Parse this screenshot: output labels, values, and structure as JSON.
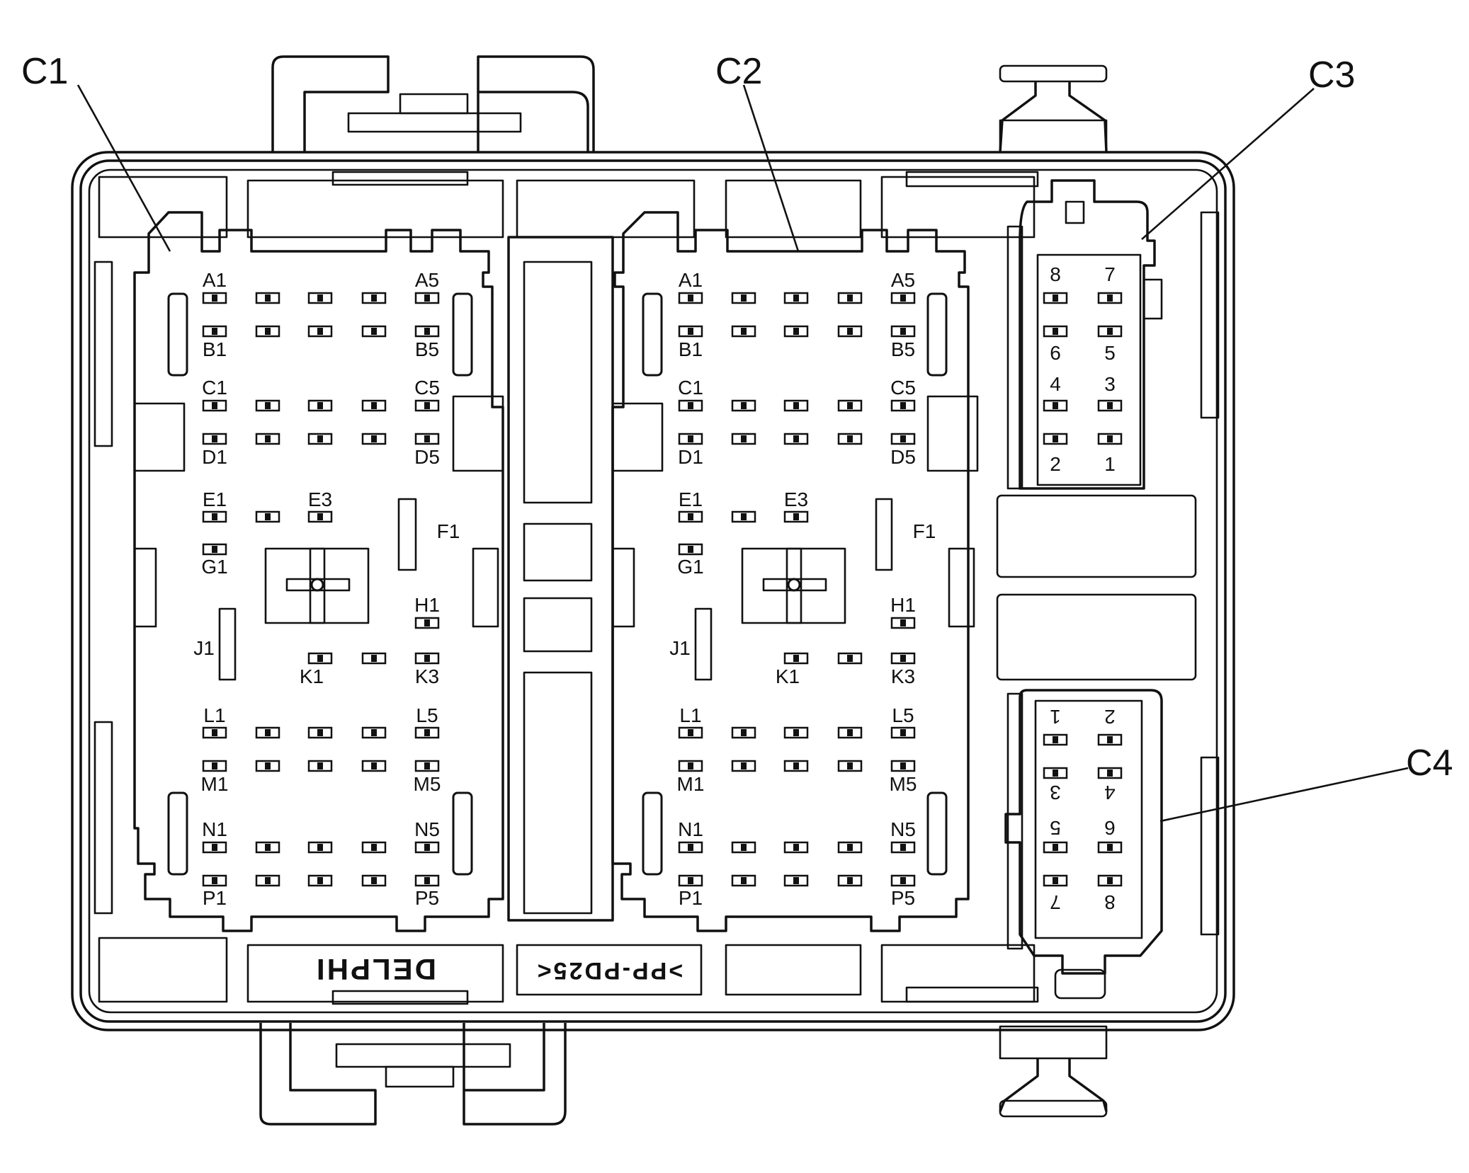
{
  "callouts": {
    "c1": "C1",
    "c2": "C2",
    "c3": "C3",
    "c4": "C4"
  },
  "markings": {
    "brand": "DELPHI",
    "part_code": ">PP-PD25<"
  },
  "connector_c1": {
    "labels": [
      "A1",
      "A5",
      "B1",
      "B5",
      "C1",
      "C5",
      "D1",
      "D5",
      "E1",
      "E3",
      "F1",
      "G1",
      "H1",
      "J1",
      "K1",
      "K3",
      "L1",
      "L5",
      "M1",
      "M5",
      "N1",
      "N5",
      "P1",
      "P5"
    ]
  },
  "connector_c2": {
    "labels": [
      "A1",
      "A5",
      "B1",
      "B5",
      "C1",
      "C5",
      "D1",
      "D5",
      "E1",
      "E3",
      "F1",
      "G1",
      "H1",
      "J1",
      "K1",
      "K3",
      "L1",
      "L5",
      "M1",
      "M5",
      "N1",
      "N5",
      "P1",
      "P5"
    ]
  },
  "connector_c3": {
    "labels": [
      "8",
      "7",
      "6",
      "5",
      "4",
      "3",
      "2",
      "1"
    ]
  },
  "connector_c4": {
    "labels": [
      "1",
      "2",
      "3",
      "4",
      "5",
      "6",
      "7",
      "8"
    ]
  }
}
